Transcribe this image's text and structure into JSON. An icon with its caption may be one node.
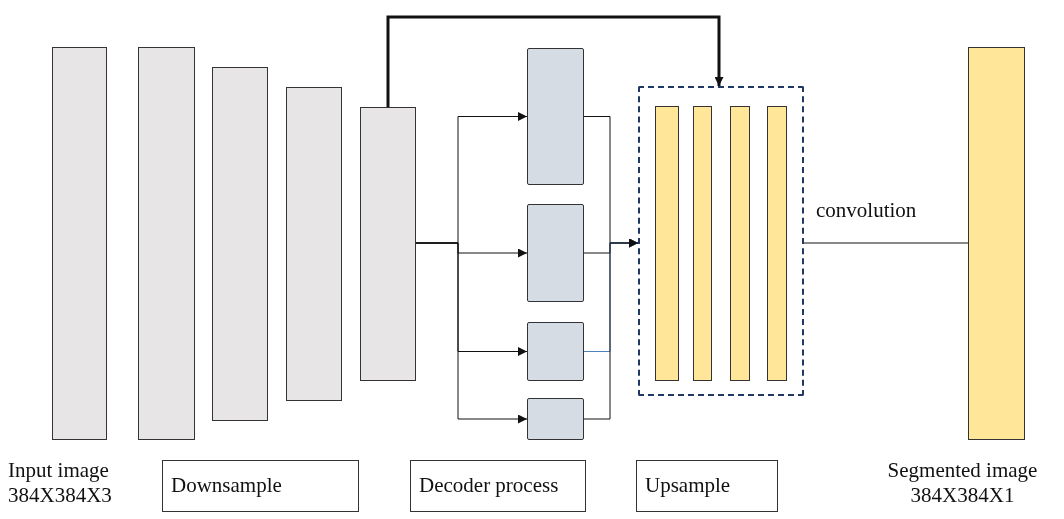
{
  "diagram": {
    "nodes": [
      {
        "text": [],
        "shape": "bar",
        "beside": [
          "Input image 384X384X3"
        ]
      },
      {
        "text": [],
        "shape": "bar"
      },
      {
        "text": [],
        "shape": "bar"
      },
      {
        "text": [],
        "shape": "bar"
      },
      {
        "text": [],
        "shape": "bar"
      },
      {
        "text": [],
        "shape": "box"
      },
      {
        "text": [],
        "shape": "box"
      },
      {
        "text": [],
        "shape": "box"
      },
      {
        "text": [],
        "shape": "box"
      },
      {
        "text": [],
        "shape": "box"
      },
      {
        "text": [],
        "shape": "bar",
        "in": 9
      },
      {
        "text": [],
        "shape": "bar",
        "in": 9
      },
      {
        "text": [],
        "shape": "bar",
        "in": 9
      },
      {
        "text": [],
        "shape": "bar",
        "in": 9
      },
      {
        "text": [],
        "shape": "bar",
        "beside": [
          "Segmented image 384X384X1"
        ]
      },
      {
        "text": [
          "Downsample"
        ]
      },
      {
        "text": [
          "Decoder process"
        ]
      },
      {
        "text": [
          "Upsample"
        ]
      }
    ],
    "edges": [
      {
        "from": 4,
        "to": 9,
        "arrow": "to",
        "style": "thick"
      },
      {
        "from": 4,
        "to": 5,
        "arrow": "to"
      },
      {
        "from": 4,
        "to": 6,
        "arrow": "to"
      },
      {
        "from": 4,
        "to": 7,
        "arrow": "to"
      },
      {
        "from": 4,
        "to": 8,
        "arrow": "to"
      },
      {
        "from": 5,
        "to": 9,
        "arrow": "to"
      },
      {
        "from": 6,
        "to": 9,
        "arrow": "to"
      },
      {
        "from": 7,
        "to": 9,
        "arrow": "to",
        "color": "#4f81bd"
      },
      {
        "from": 8,
        "to": 9,
        "arrow": "to"
      },
      {
        "from": 9,
        "to": 14,
        "arrow": "none",
        "label": "convolution"
      }
    ]
  }
}
